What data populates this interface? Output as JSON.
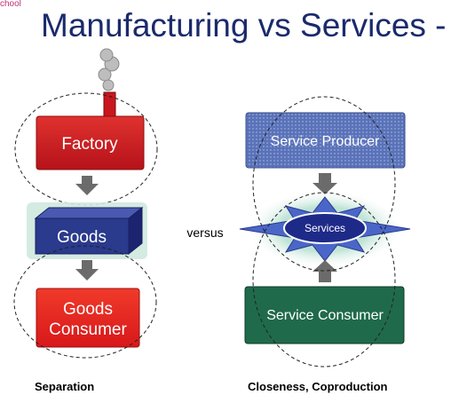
{
  "slide": {
    "logo_text": "chool",
    "title": "Manufacturing vs Services -"
  },
  "left": {
    "factory_label": "Factory",
    "goods_label": "Goods",
    "consumer_line1": "Goods",
    "consumer_line2": "Consumer",
    "caption": "Separation"
  },
  "center": {
    "versus_label": "versus"
  },
  "right": {
    "producer_label": "Service Producer",
    "services_label": "Services",
    "consumer_label": "Service Consumer",
    "caption": "Closeness, Coproduction"
  },
  "colors": {
    "title": "#1a2a6c",
    "factory_red": "#c8171e",
    "goods_blue": "#2a3a8c",
    "consumer_red": "#e8251f",
    "producer_blue": "#5a72b8",
    "services_navy": "#1e2a88",
    "consumer_green": "#1f6a4a",
    "arrow_gray": "#6b6b6b"
  }
}
